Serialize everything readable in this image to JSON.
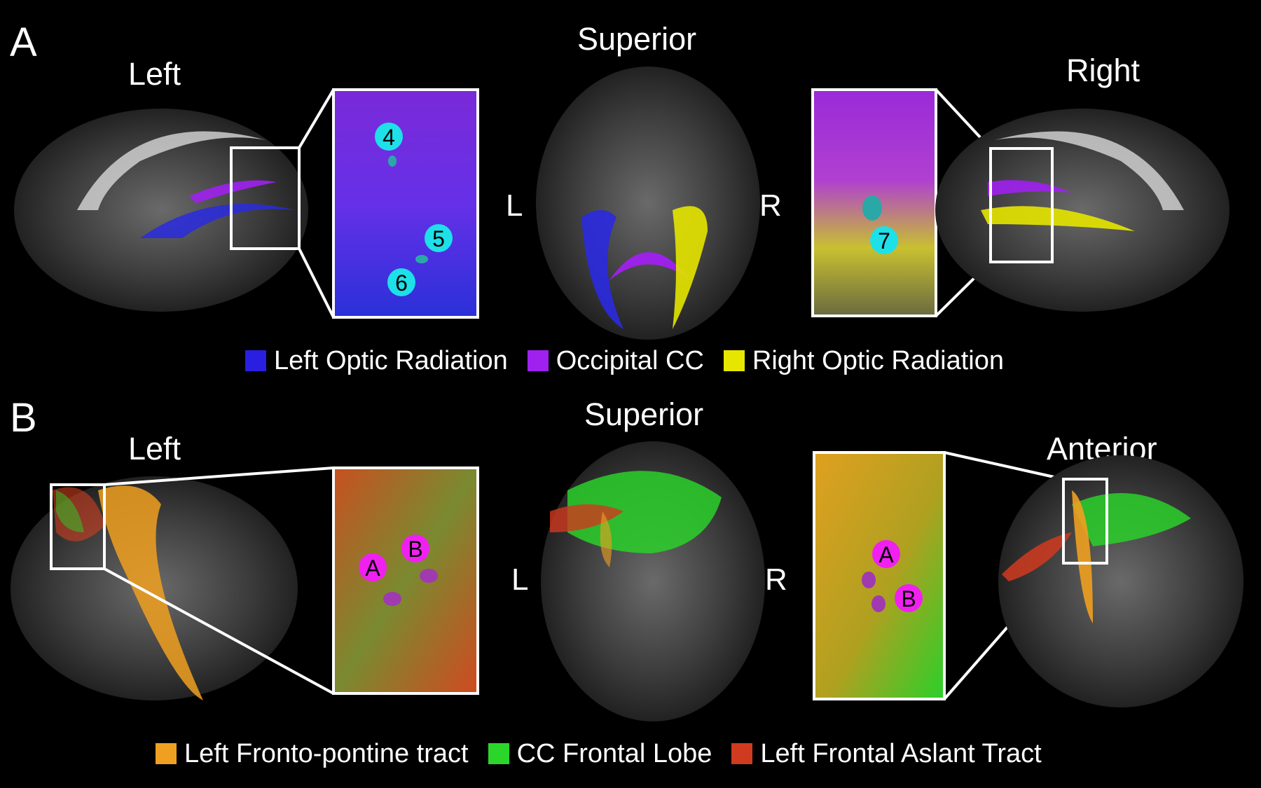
{
  "panels": [
    {
      "letter": "A",
      "labels": {
        "left": "Left",
        "center": "Superior",
        "right": "Right",
        "dir_left": "L",
        "dir_right": "R"
      },
      "markers": [
        "4",
        "5",
        "6",
        "7"
      ],
      "legend": [
        {
          "label": "Left Optic Radiation",
          "color": "#2a1fe0"
        },
        {
          "label": "Occipital CC",
          "color": "#a020f0"
        },
        {
          "label": "Right Optic Radiation",
          "color": "#e6e600"
        }
      ]
    },
    {
      "letter": "B",
      "labels": {
        "left": "Left",
        "center": "Superior",
        "right": "Anterior",
        "dir_left": "L",
        "dir_right": "R"
      },
      "markers": [
        "A",
        "B",
        "A",
        "B"
      ],
      "legend": [
        {
          "label": "Left Fronto-pontine tract",
          "color": "#f0a020"
        },
        {
          "label": "CC Frontal Lobe",
          "color": "#2bd62b"
        },
        {
          "label": "Left Frontal Aslant Tract",
          "color": "#d03a1e"
        }
      ]
    }
  ],
  "colors": {
    "marker_cyan": "#1ee0e8",
    "marker_magenta": "#f020f0",
    "frame": "#ffffff"
  }
}
